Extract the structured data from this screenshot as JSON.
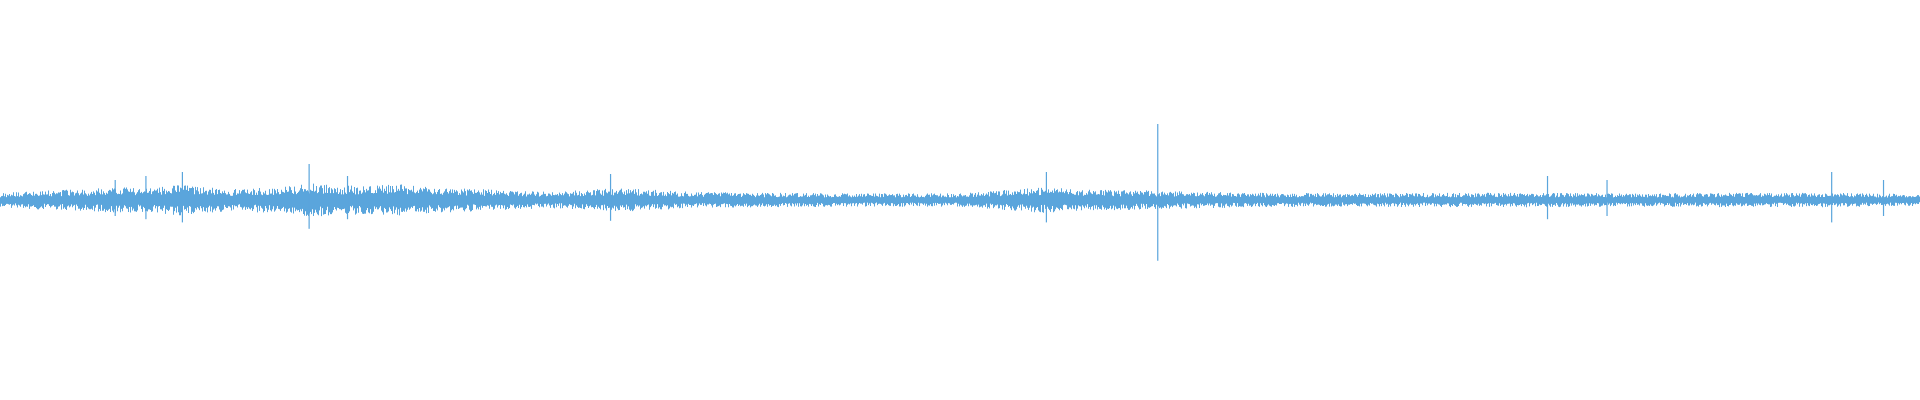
{
  "waveform": {
    "color": "#5aa5dc",
    "background": "#ffffff",
    "baseline_amplitude": 0.025,
    "amplitude_profile": [
      {
        "t": 0.0,
        "a": 0.03
      },
      {
        "t": 0.02,
        "a": 0.04
      },
      {
        "t": 0.045,
        "a": 0.045
      },
      {
        "t": 0.06,
        "a": 0.055
      },
      {
        "t": 0.075,
        "a": 0.05
      },
      {
        "t": 0.095,
        "a": 0.065
      },
      {
        "t": 0.12,
        "a": 0.045
      },
      {
        "t": 0.15,
        "a": 0.06
      },
      {
        "t": 0.165,
        "a": 0.07
      },
      {
        "t": 0.18,
        "a": 0.06
      },
      {
        "t": 0.21,
        "a": 0.065
      },
      {
        "t": 0.225,
        "a": 0.055
      },
      {
        "t": 0.24,
        "a": 0.05
      },
      {
        "t": 0.265,
        "a": 0.04
      },
      {
        "t": 0.29,
        "a": 0.035
      },
      {
        "t": 0.32,
        "a": 0.05
      },
      {
        "t": 0.36,
        "a": 0.035
      },
      {
        "t": 0.4,
        "a": 0.03
      },
      {
        "t": 0.45,
        "a": 0.028
      },
      {
        "t": 0.5,
        "a": 0.028
      },
      {
        "t": 0.52,
        "a": 0.04
      },
      {
        "t": 0.545,
        "a": 0.055
      },
      {
        "t": 0.56,
        "a": 0.045
      },
      {
        "t": 0.6,
        "a": 0.04
      },
      {
        "t": 0.62,
        "a": 0.035
      },
      {
        "t": 0.66,
        "a": 0.03
      },
      {
        "t": 0.7,
        "a": 0.028
      },
      {
        "t": 0.75,
        "a": 0.03
      },
      {
        "t": 0.8,
        "a": 0.03
      },
      {
        "t": 0.85,
        "a": 0.028
      },
      {
        "t": 0.9,
        "a": 0.03
      },
      {
        "t": 0.95,
        "a": 0.03
      },
      {
        "t": 1.0,
        "a": 0.025
      }
    ],
    "spikes": [
      {
        "t": 0.06,
        "a": 0.1
      },
      {
        "t": 0.076,
        "a": 0.12
      },
      {
        "t": 0.095,
        "a": 0.14
      },
      {
        "t": 0.161,
        "a": 0.18
      },
      {
        "t": 0.181,
        "a": 0.12
      },
      {
        "t": 0.318,
        "a": 0.13
      },
      {
        "t": 0.545,
        "a": 0.14
      },
      {
        "t": 0.603,
        "a": 0.38
      },
      {
        "t": 0.806,
        "a": 0.12
      },
      {
        "t": 0.837,
        "a": 0.1
      },
      {
        "t": 0.954,
        "a": 0.14
      },
      {
        "t": 0.981,
        "a": 0.1
      }
    ]
  }
}
